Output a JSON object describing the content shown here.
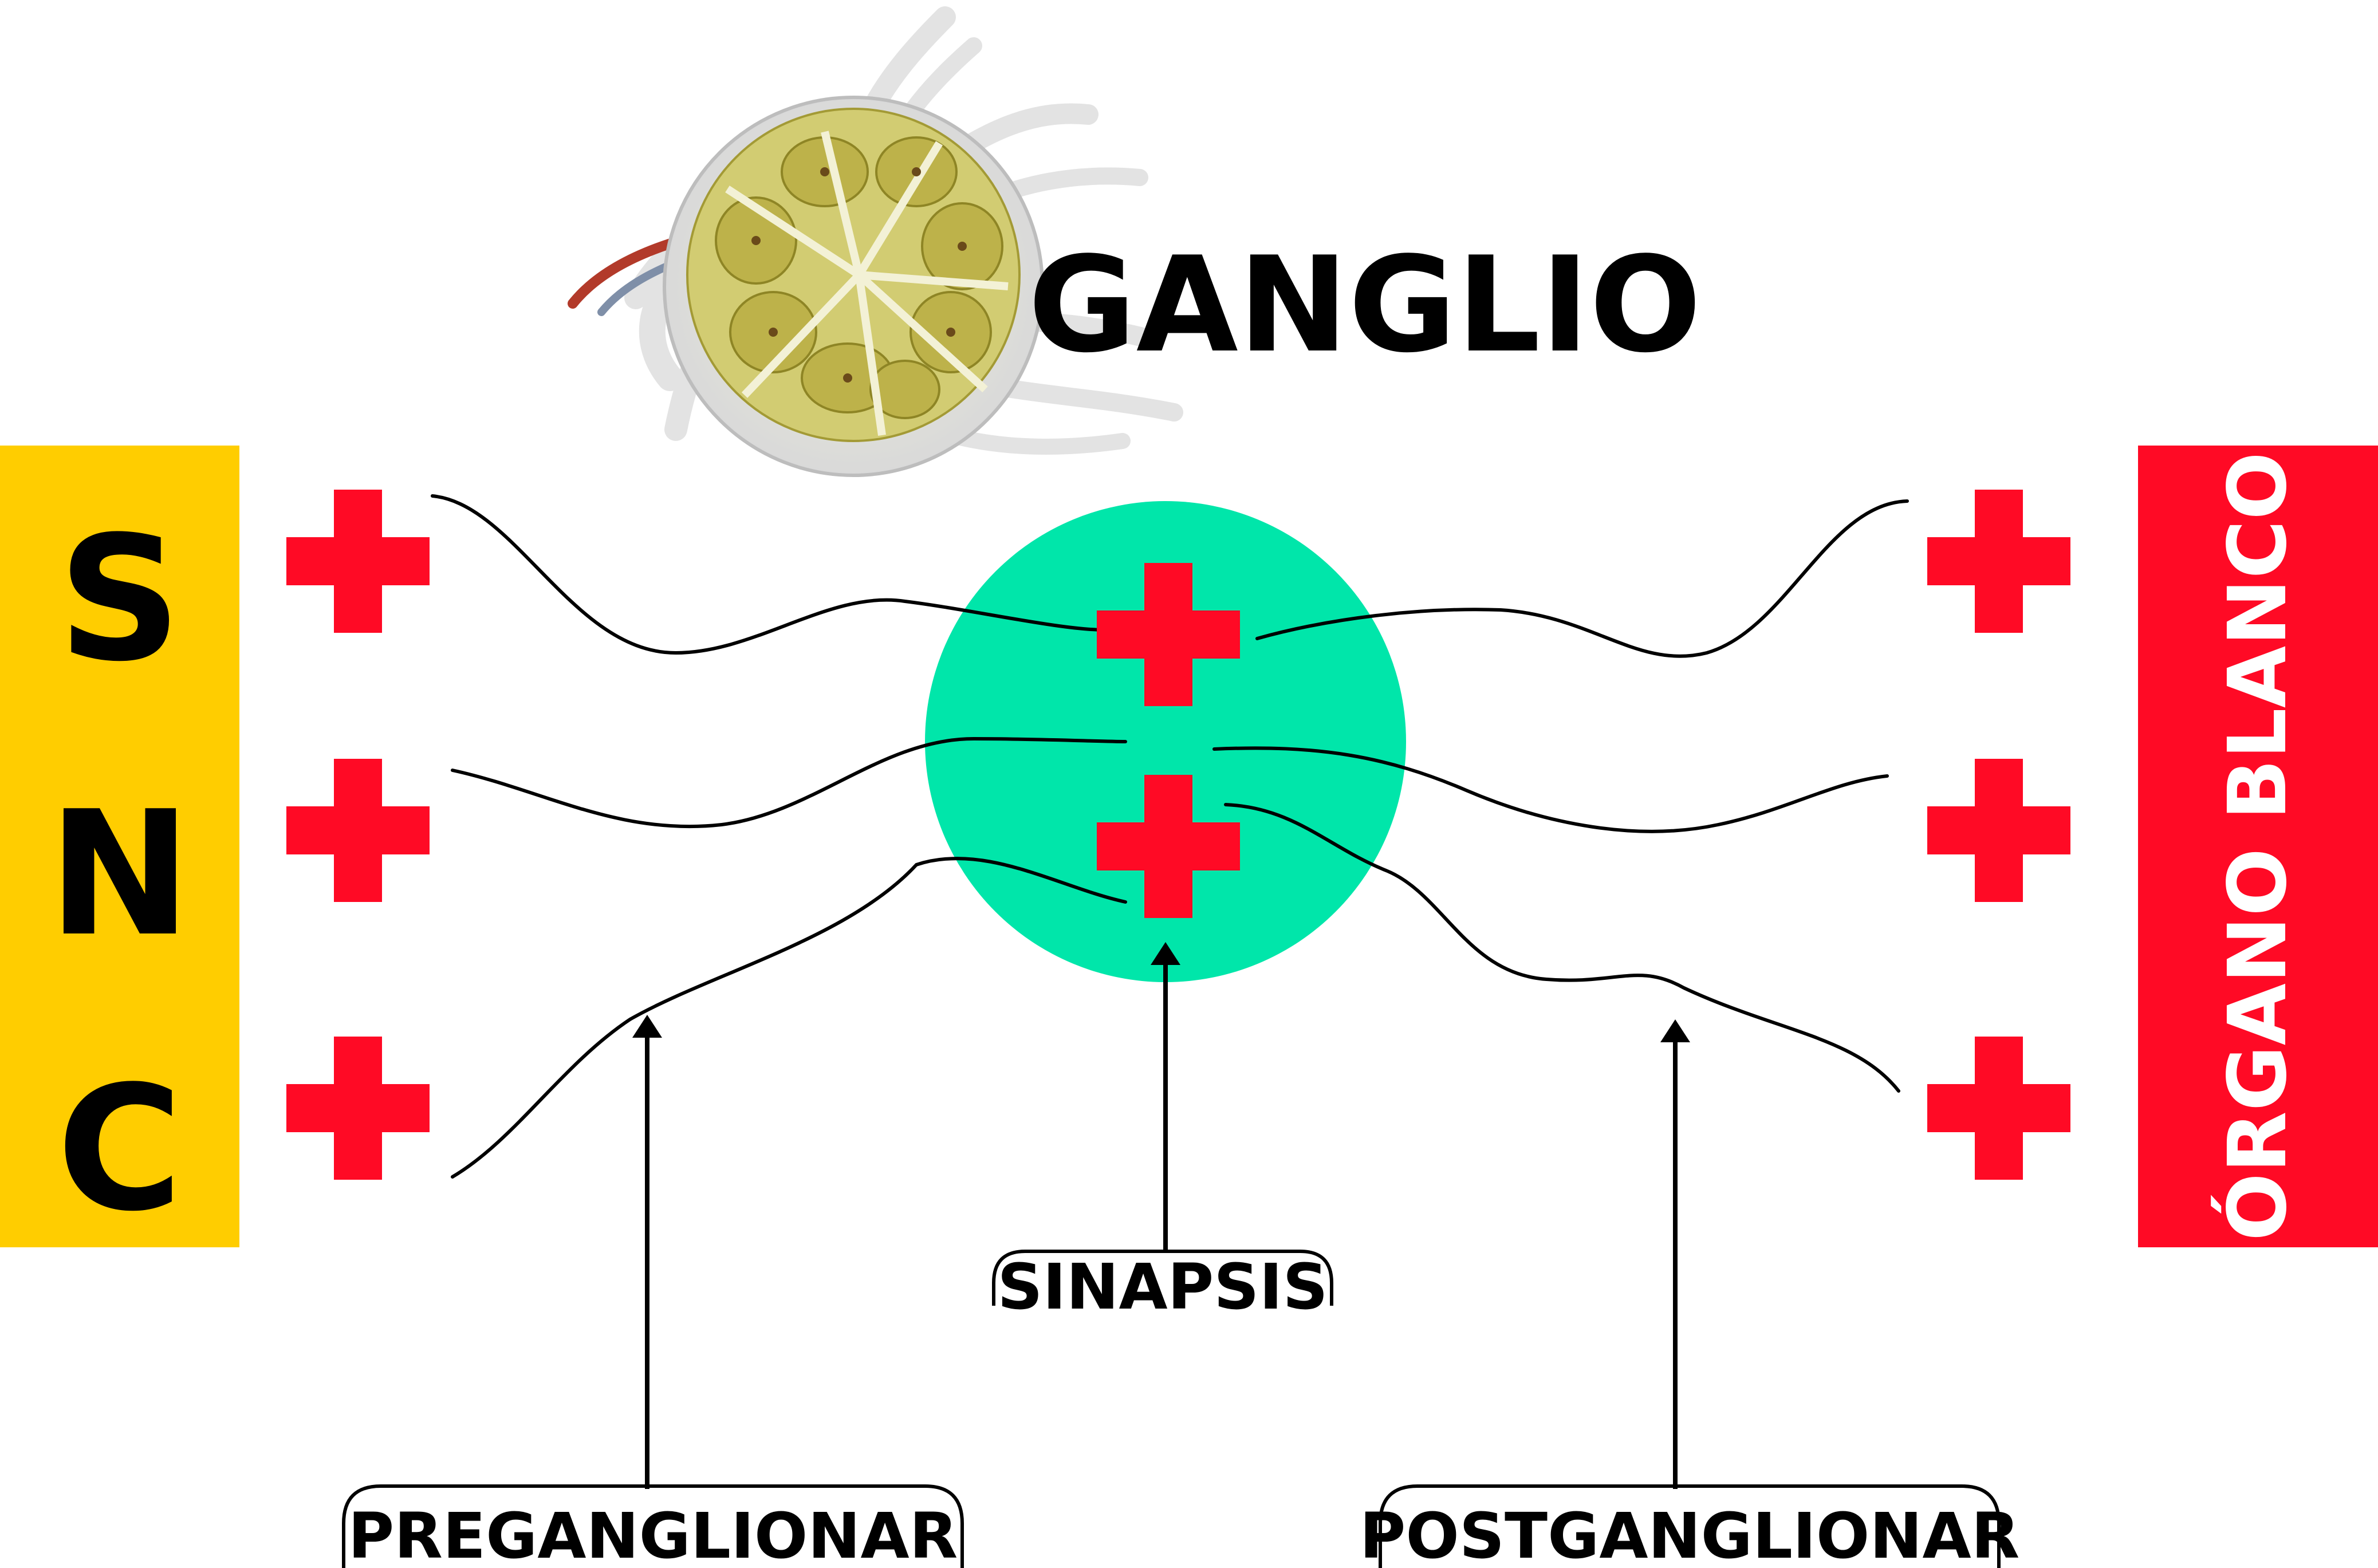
{
  "title": "GANGLIO",
  "left_panel": {
    "label_letters": [
      "S",
      "N",
      "C"
    ],
    "color": "#FFCD00"
  },
  "right_panel": {
    "label": "ÓRGANO BLANCO",
    "color": "#FF0A25"
  },
  "ganglion_node": {
    "color": "#00E6AA"
  },
  "cross_color": "#FF0A25",
  "labels": {
    "synapse": "SINAPSIS",
    "preganglionic": "PREGANGLIONAR",
    "postganglionic": "POSTGANGLIONAR"
  }
}
